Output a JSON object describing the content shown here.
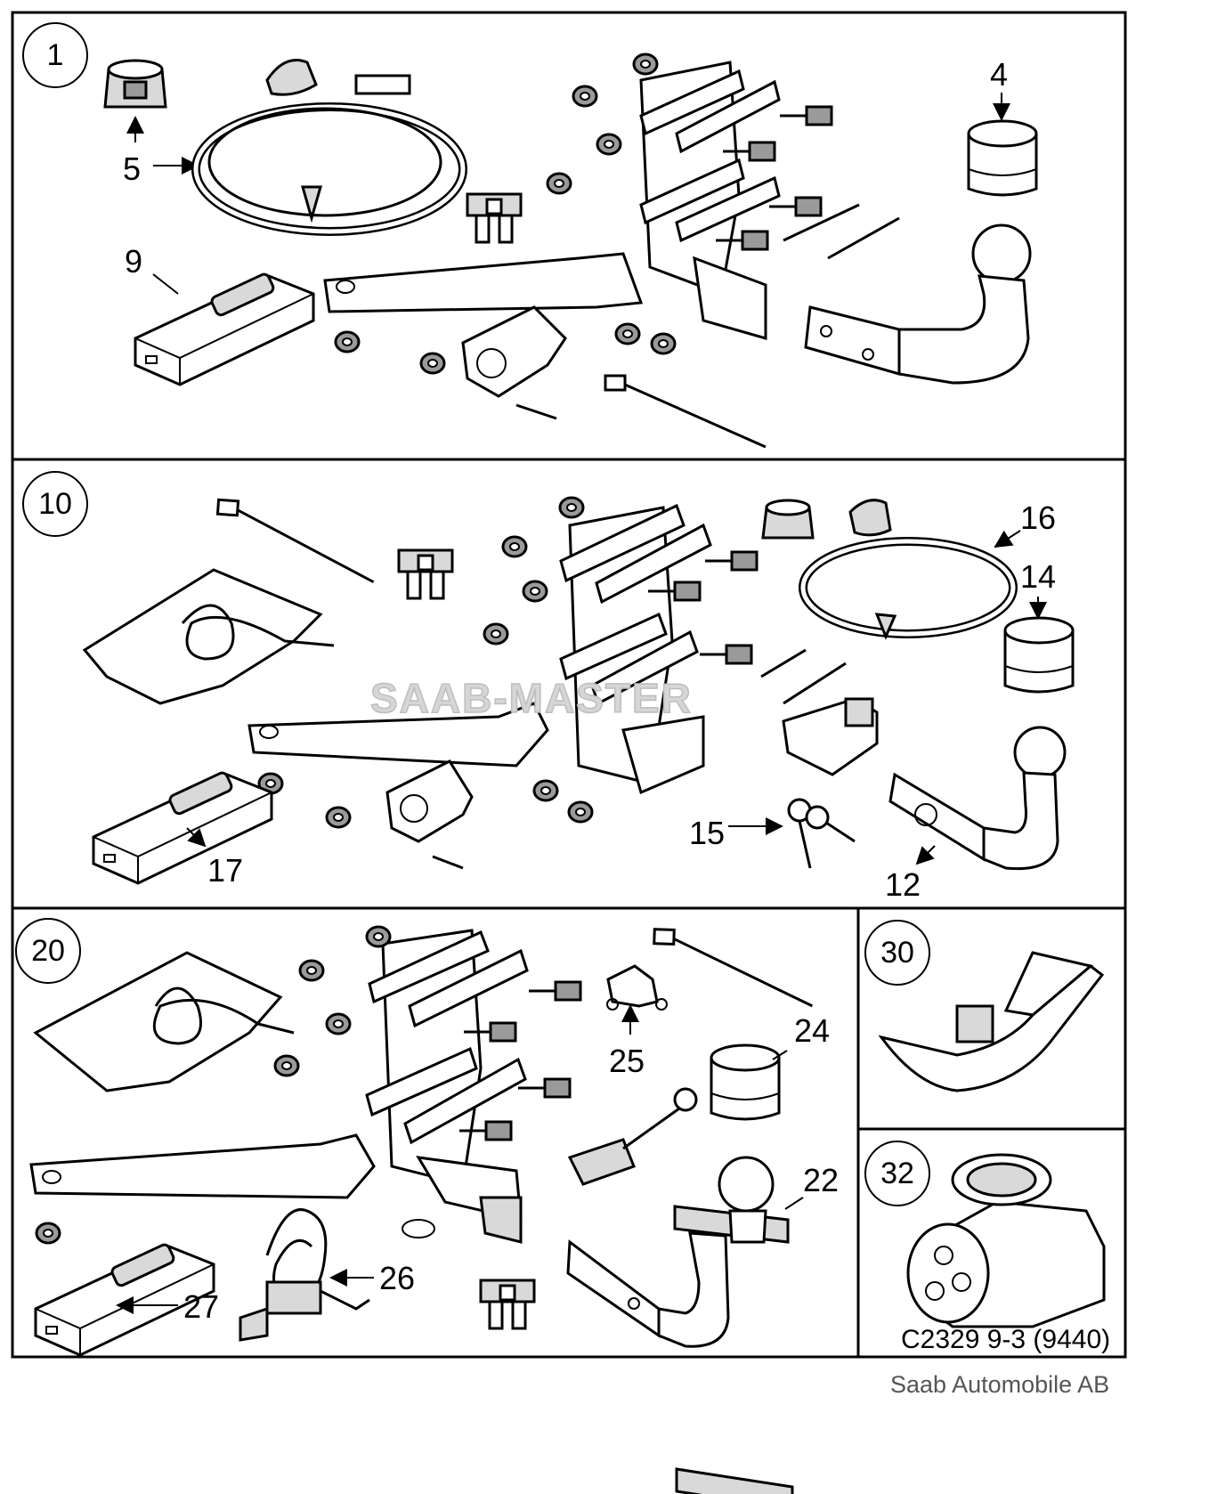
{
  "panels": [
    {
      "id": "1",
      "callouts": [
        "5",
        "9",
        "4"
      ]
    },
    {
      "id": "10",
      "callouts": [
        "16",
        "14",
        "17",
        "15",
        "12"
      ]
    },
    {
      "id": "20",
      "callouts": [
        "24",
        "25",
        "22",
        "26",
        "27"
      ]
    },
    {
      "id": "30",
      "callouts": []
    },
    {
      "id": "32",
      "callouts": []
    }
  ],
  "watermark": "SAAB-MASTER",
  "drawing_code": "C2329 9-3 (9440)",
  "credit": "Saab Automobile AB"
}
